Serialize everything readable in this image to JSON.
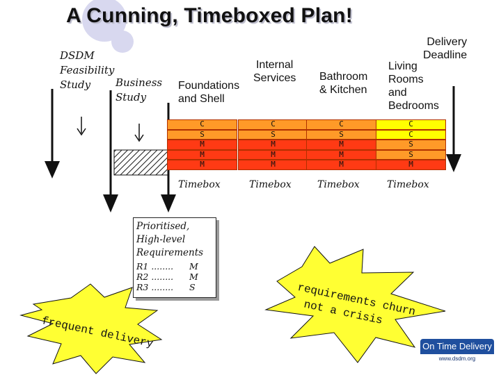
{
  "title": "A Cunning, Timeboxed Plan!",
  "phases": {
    "dsdm": [
      "DSDM",
      "Feasibility",
      "Study"
    ],
    "business_study": [
      "Business",
      "Study"
    ],
    "foundations": [
      "Foundations",
      "and Shell"
    ],
    "internal": [
      "Internal",
      "Services"
    ],
    "bathroom": [
      "Bathroom",
      "& Kitchen"
    ],
    "living": [
      "Living",
      "Rooms",
      "and",
      "Bedrooms"
    ],
    "delivery": [
      "Delivery",
      "Deadline"
    ]
  },
  "timeboxes": [
    {
      "label": "Timebox",
      "cells": [
        "C",
        "S",
        "M",
        "M",
        "M"
      ],
      "colors": [
        "#ff9a28",
        "#ff9a28",
        "#ff3a14",
        "#ff3a14",
        "#ff3a14"
      ]
    },
    {
      "label": "Timebox",
      "cells": [
        "C",
        "S",
        "M",
        "M",
        "M"
      ],
      "colors": [
        "#ff9a28",
        "#ff9a28",
        "#ff3a14",
        "#ff3a14",
        "#ff3a14"
      ]
    },
    {
      "label": "Timebox",
      "cells": [
        "C",
        "S",
        "M",
        "M",
        "M"
      ],
      "colors": [
        "#ff9a28",
        "#ff9a28",
        "#ff3a14",
        "#ff3a14",
        "#ff3a14"
      ]
    },
    {
      "label": "Timebox",
      "cells": [
        "C",
        "C",
        "S",
        "S",
        "M"
      ],
      "colors": [
        "#ffff00",
        "#ffff00",
        "#ff9a28",
        "#ff9a28",
        "#ff3a14"
      ]
    }
  ],
  "requirements_doc": {
    "heading": [
      "Prioritised,",
      "High-level",
      "Requirements"
    ],
    "rows": [
      {
        "id": "R1 ........",
        "priority": "M"
      },
      {
        "id": "R2 ........",
        "priority": "M"
      },
      {
        "id": "R3 ........",
        "priority": "S"
      }
    ]
  },
  "burst_churn": [
    "requirements churn",
    "not a crisis"
  ],
  "burst_delivery": "frequent delivery",
  "brand": {
    "text": "On Time Delivery",
    "url": "www.dsdm.org"
  },
  "colors": {
    "burst": "#ffff33",
    "must": "#ff3a14",
    "should": "#ff9a28",
    "could": "#ffff00",
    "brand": "#1f4f9e"
  }
}
